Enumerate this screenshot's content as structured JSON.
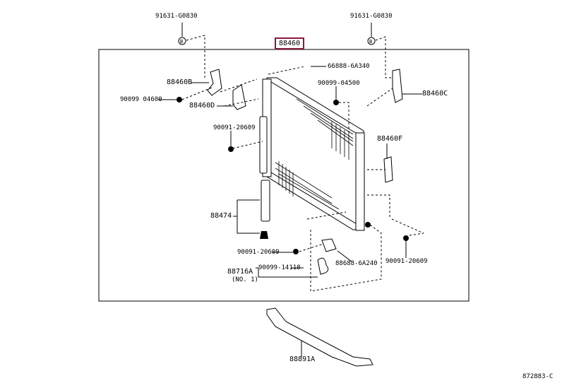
{
  "diagram": {
    "title_part": "88460",
    "highlight_color": "#8b1a3a",
    "reference_code": "872883-C",
    "labels": {
      "bolt_top_left": "91631-G0830",
      "bolt_top_right": "91631-G0830",
      "bolt_marker": "B",
      "main_assy": "88460",
      "clip_top": "66888-6A340",
      "bracket_b": "88460B",
      "bolt_left": "90099 04600",
      "bracket_d": "88460D",
      "bolt_mid_left": "90091-20609",
      "bolt_right_top": "90099-04500",
      "bracket_c": "88460C",
      "bracket_f": "88460F",
      "seal": "88474",
      "bolt_lower": "90091-20609",
      "bolt_lower_right": "90091-20609",
      "bracket_lower": "88688-6A240",
      "screw": "90099-14118",
      "hose": "88716A",
      "hose_note": "(NO. 1)",
      "lower_support": "88891A"
    }
  }
}
